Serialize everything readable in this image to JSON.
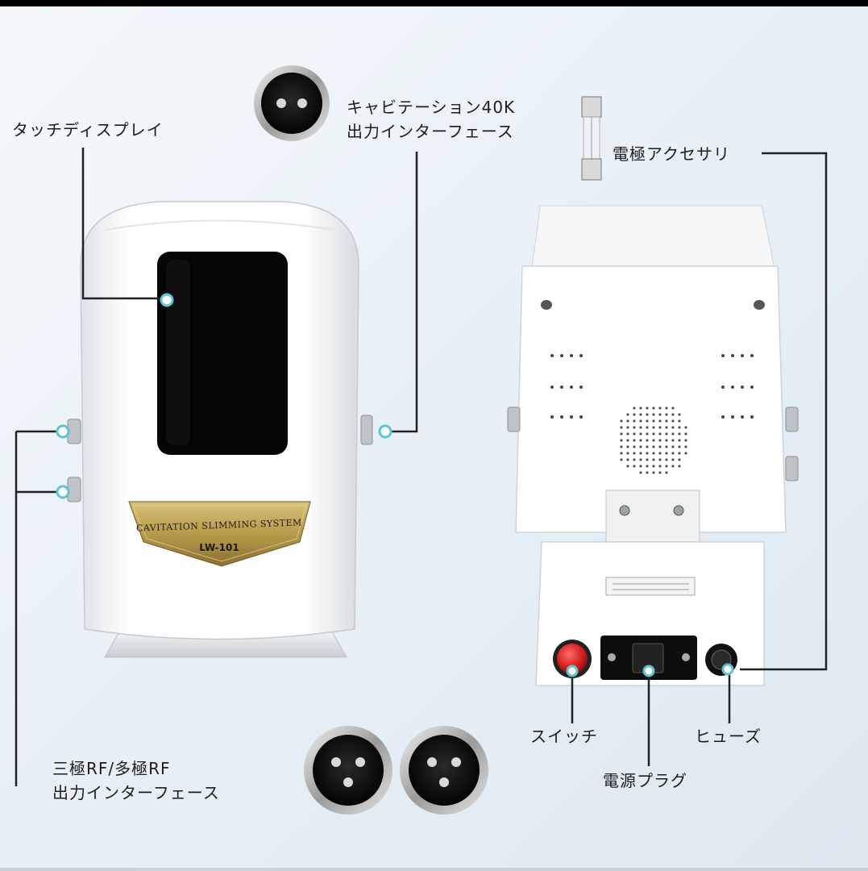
{
  "labels": {
    "touch_display": "タッチディスプレイ",
    "cavitation_output_line1": "キャビテーション40K",
    "cavitation_output_line2": "出力インターフェース",
    "electrode_accessory": "電極アクセサリ",
    "rf_output_line1": "三極RF/多極RF",
    "rf_output_line2": "出力インターフェース",
    "switch": "スイッチ",
    "power_plug": "電源プラグ",
    "fuse": "ヒューズ"
  },
  "device_plate": {
    "brand": "CAVITATION SLIMMING SYSTEM",
    "model": "LW-101"
  },
  "colors": {
    "leader_line": "#222222",
    "callout_dot": "#5fc3d6",
    "gold_plate": "#b79a4a",
    "switch_red": "#d61f1f",
    "screen": "#050505"
  }
}
